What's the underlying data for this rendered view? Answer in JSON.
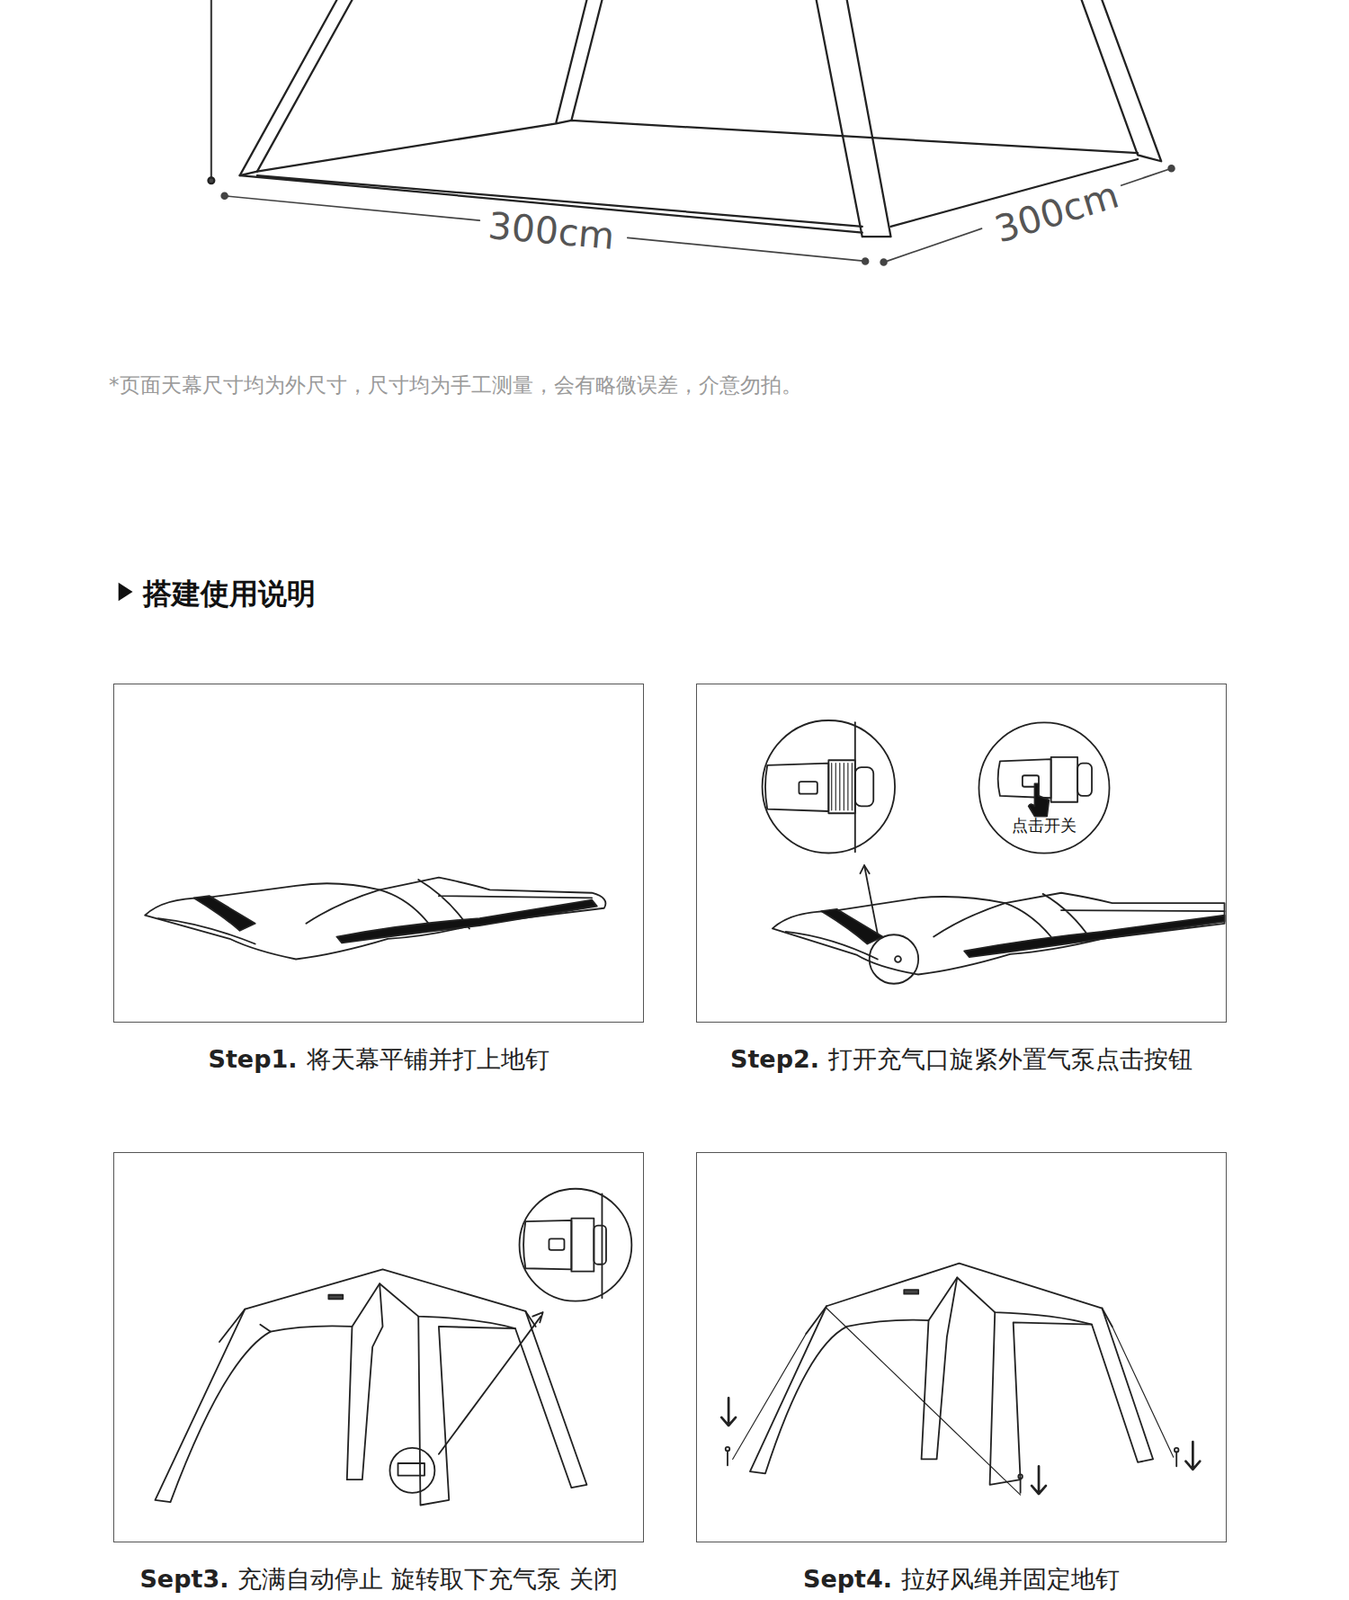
{
  "diagram": {
    "title": "搭建使用说明",
    "nodes": [
      {
        "text": [
          "Step1.",
          "将天幕平铺并打上地钉"
        ]
      },
      {
        "text": [
          "Step2.",
          "打开充气口旋紧外置气泵点击按钮"
        ]
      },
      {
        "text": [
          "点击开关"
        ],
        "in": 1
      },
      {
        "text": [
          "Sept3.",
          "充满自动停止 旋转取下充气泵 关闭"
        ]
      },
      {
        "text": [
          "Sept4.",
          "拉好风绳并固定地钉"
        ]
      }
    ],
    "labels": [
      "300cm",
      "300cm",
      "*页面天幕尺寸均为外尺寸，尺寸均为手工测量，会有略微误差，介意勿拍。"
    ]
  }
}
